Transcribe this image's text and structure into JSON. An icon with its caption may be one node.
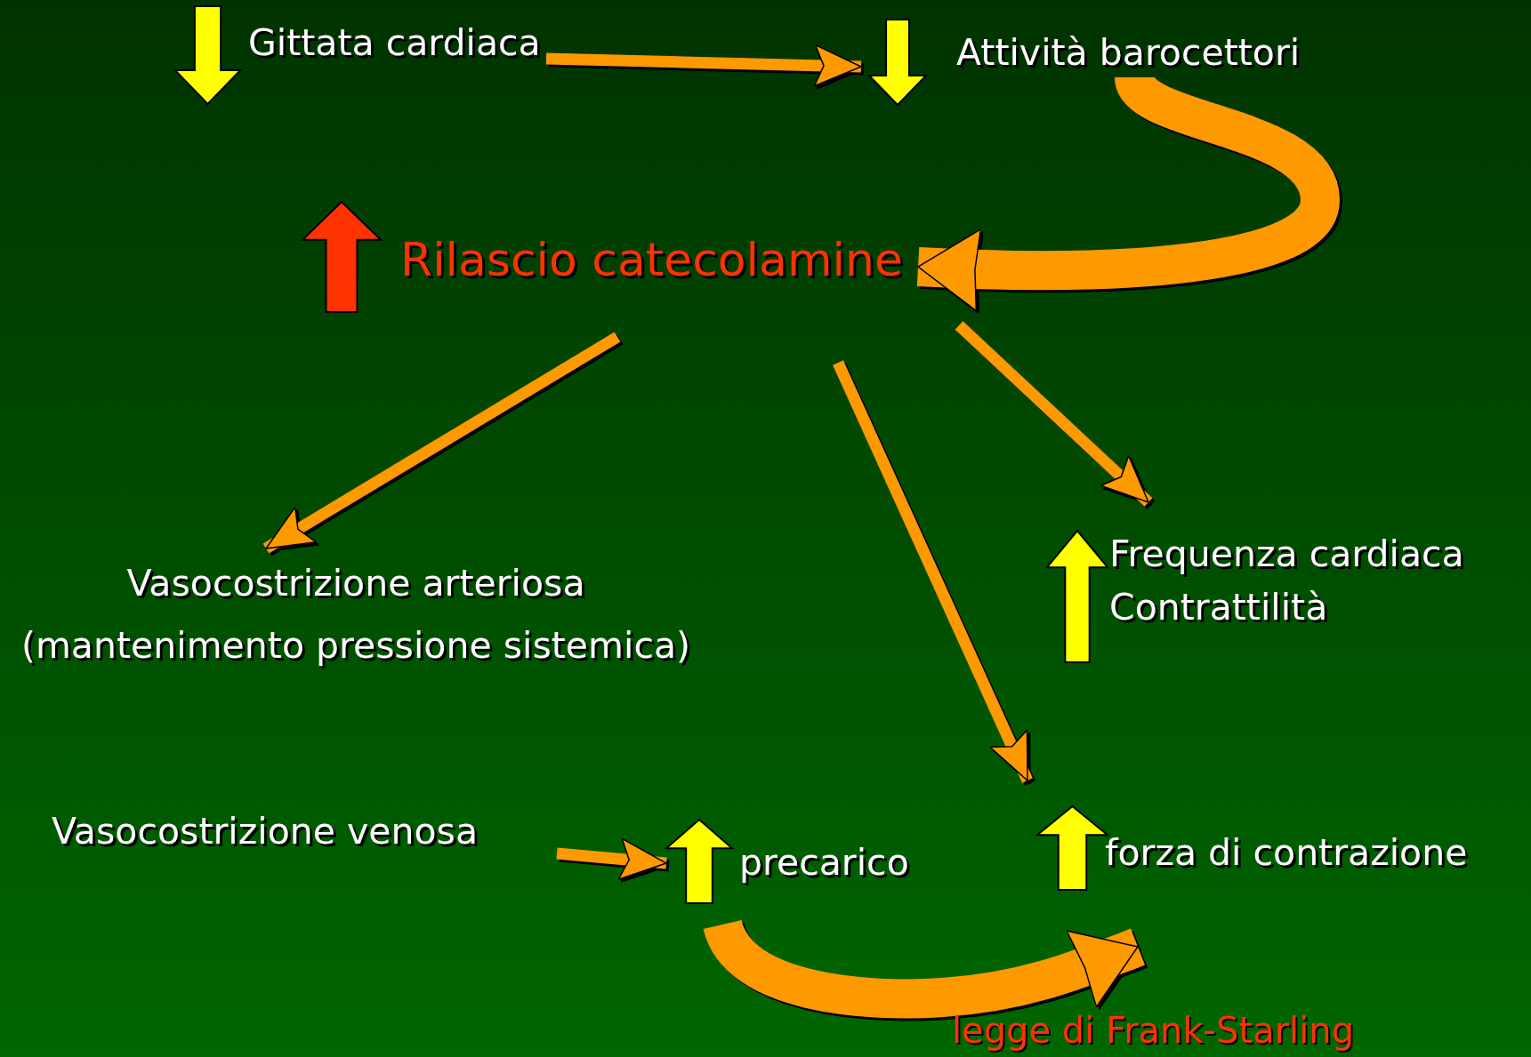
{
  "diagram": {
    "nodes": [
      {
        "text": [
          "Gittata cardiaca"
        ]
      },
      {
        "text": [
          "Attività barocettori"
        ]
      },
      {
        "text": [
          "Rilascio catecolamine"
        ]
      },
      {
        "text": [
          "Vasocostrizione arteriosa",
          "(mantenimento pressione sistemica)"
        ]
      },
      {
        "text": [
          "Frequenza cardiaca",
          "Contrattilità"
        ]
      },
      {
        "text": [
          "Vasocostrizione venosa"
        ]
      },
      {
        "text": [
          "precarico"
        ]
      },
      {
        "text": [
          "forza di contrazione"
        ]
      }
    ],
    "edges": [
      {
        "from": 0,
        "to": 1,
        "arrow": "to"
      },
      {
        "from": 1,
        "to": 2,
        "arrow": "to",
        "style": "thick"
      },
      {
        "from": 2,
        "to": 3,
        "arrow": "to"
      },
      {
        "from": 2,
        "to": 7,
        "arrow": "to"
      },
      {
        "from": 2,
        "to": 4,
        "arrow": "to"
      },
      {
        "from": 5,
        "to": 6,
        "arrow": "to"
      },
      {
        "from": 6,
        "to": 7,
        "arrow": "to",
        "style": "thick",
        "label": "legge di Frank-Starling"
      }
    ]
  }
}
